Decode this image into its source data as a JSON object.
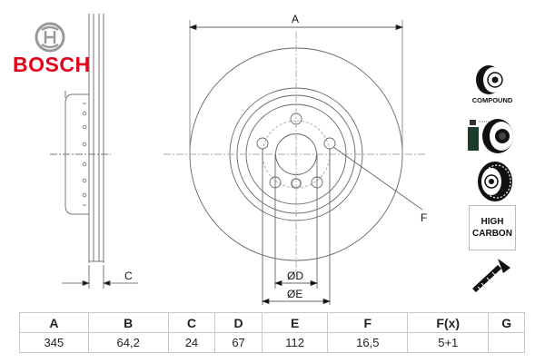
{
  "brand": {
    "name": "BOSCH",
    "color": "#e2001a"
  },
  "drawing": {
    "labels": {
      "A": "A",
      "C": "C",
      "F": "F",
      "D": "ØD",
      "E": "ØE"
    }
  },
  "features": {
    "compound_label": "COMPOUND",
    "high_carbon_label": "HIGH\nCARBON",
    "icons": [
      "compound-disc-icon",
      "coating-spray-icon",
      "vented-disc-icon",
      "high-carbon-badge",
      "screw-icon"
    ]
  },
  "spec_table": {
    "headers": [
      "A",
      "B",
      "C",
      "D",
      "E",
      "F",
      "F(x)",
      "G"
    ],
    "values": [
      "345",
      "64,2",
      "24",
      "67",
      "112",
      "16,5",
      "5+1",
      ""
    ]
  }
}
